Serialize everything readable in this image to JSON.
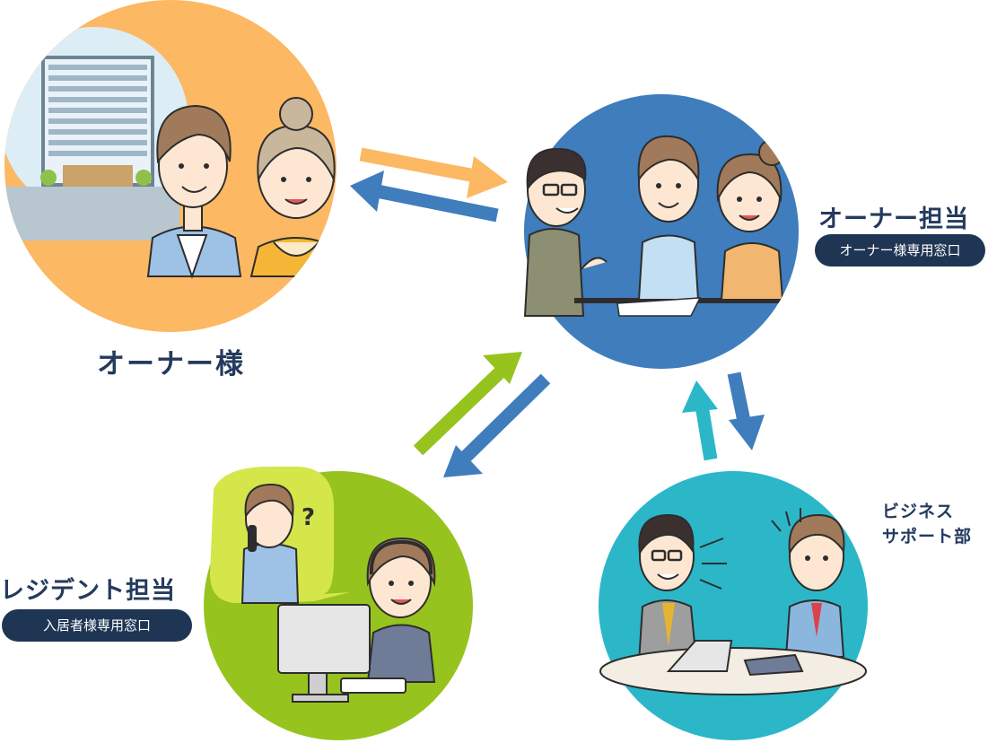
{
  "owner": {
    "label": "オーナー様"
  },
  "owner_staff": {
    "title": "オーナー担当",
    "badge": "オーナー様専用窓口"
  },
  "resident_staff": {
    "title": "レジデント担当",
    "badge": "入居者様専用窓口"
  },
  "business_support": {
    "line1": "ビジネス",
    "line2": "サポート部"
  },
  "colors": {
    "owner_circle": "#fdb863",
    "owner_staff_circle": "#3f7dbd",
    "resident_circle": "#96c31e",
    "business_circle": "#2bb7c8",
    "arrow_orange": "#fdb863",
    "arrow_blue": "#3f7dbd",
    "arrow_green": "#96c31e",
    "arrow_cyan": "#2bb7c8",
    "text_navy": "#243a5e",
    "badge_navy": "#1f3554"
  }
}
